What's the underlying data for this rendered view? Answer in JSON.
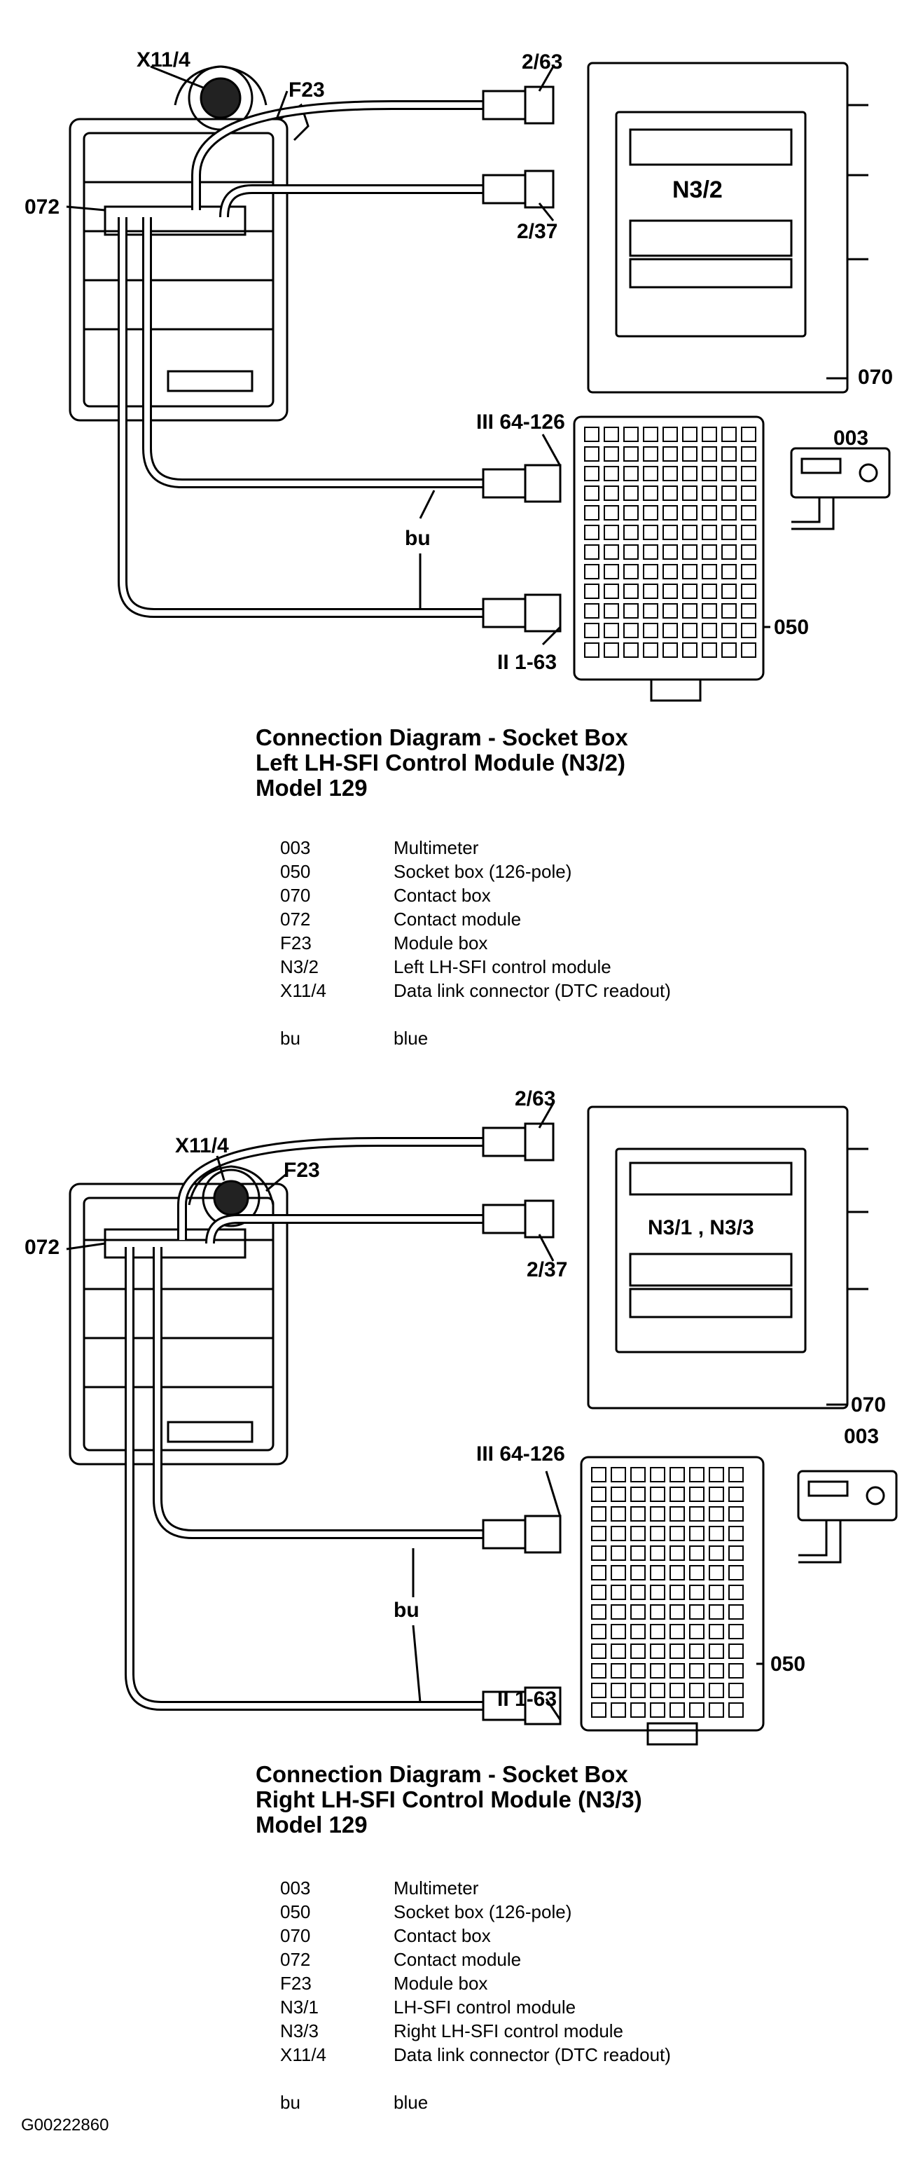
{
  "sections": [
    {
      "title_lines": [
        "Connection Diagram - Socket Box",
        "Left LH-SFI Control Module (N3/2)",
        "Model 129"
      ],
      "callouts": {
        "x11_4": "X11/4",
        "f23": "F23",
        "c072": "072",
        "c2_63": "2/63",
        "c2_37": "2/37",
        "module": "N3/2",
        "c070": "070",
        "c003": "003",
        "iii": "III 64-126",
        "ii": "II 1-63",
        "bu": "bu",
        "c050": "050"
      },
      "legend": [
        {
          "code": "003",
          "text": "Multimeter"
        },
        {
          "code": "050",
          "text": "Socket box (126-pole)"
        },
        {
          "code": "070",
          "text": "Contact box"
        },
        {
          "code": "072",
          "text": "Contact module"
        },
        {
          "code": "F23",
          "text": "Module box"
        },
        {
          "code": "N3/2",
          "text": "Left LH-SFI control module"
        },
        {
          "code": "X11/4",
          "text": "Data link connector (DTC readout)"
        }
      ],
      "color_key": {
        "code": "bu",
        "text": "blue"
      }
    },
    {
      "title_lines": [
        "Connection Diagram - Socket Box",
        "Right LH-SFI Control Module (N3/3)",
        "Model 129"
      ],
      "callouts": {
        "x11_4": "X11/4",
        "f23": "F23",
        "c072": "072",
        "c2_63": "2/63",
        "c2_37": "2/37",
        "module": "N3/1 , N3/3",
        "c070": "070",
        "c003": "003",
        "iii": "III 64-126",
        "ii": "II 1-63",
        "bu": "bu",
        "c050": "050"
      },
      "legend": [
        {
          "code": "003",
          "text": "Multimeter"
        },
        {
          "code": "050",
          "text": "Socket box (126-pole)"
        },
        {
          "code": "070",
          "text": "Contact box"
        },
        {
          "code": "072",
          "text": "Contact module"
        },
        {
          "code": "F23",
          "text": "Module box"
        },
        {
          "code": "N3/1",
          "text": "LH-SFI control module"
        },
        {
          "code": "N3/3",
          "text": "Right LH-SFI control module"
        },
        {
          "code": "X11/4",
          "text": "Data link connector (DTC readout)"
        }
      ],
      "color_key": {
        "code": "bu",
        "text": "blue"
      }
    }
  ],
  "figure_id": "G00222860"
}
